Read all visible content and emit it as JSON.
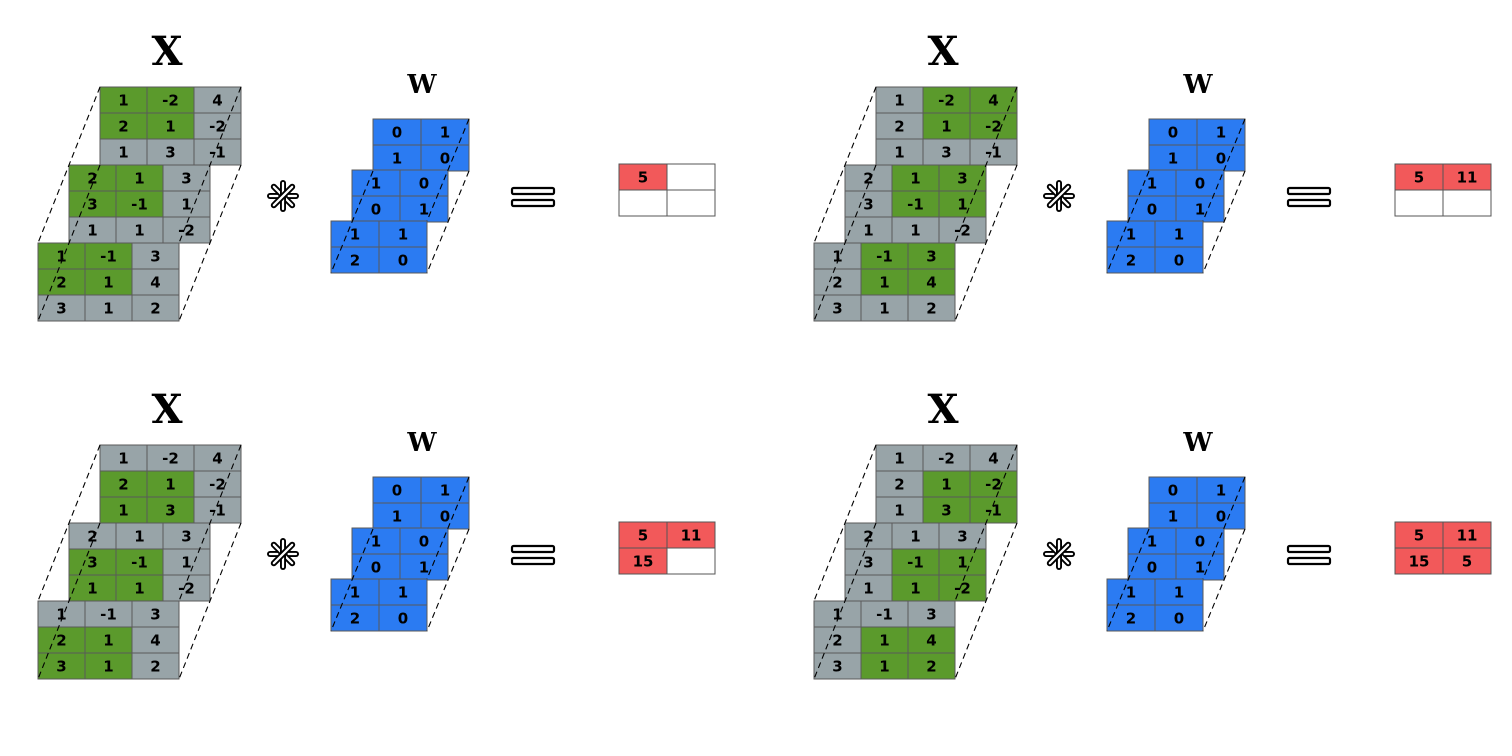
{
  "colors": {
    "highlight": "#5b9a2c",
    "input_cell": "#98a4a8",
    "filter_cell": "#2b7bf2",
    "output_filled": "#f2595a",
    "output_empty": "#ffffff"
  },
  "x_label": "X",
  "w_label": "W",
  "conv_symbol": "*",
  "equals_symbol": "=",
  "input_tensor": {
    "layers": [
      [
        [
          "1",
          "-2",
          "4"
        ],
        [
          "2",
          "1",
          "-2"
        ],
        [
          "1",
          "3",
          "-1"
        ]
      ],
      [
        [
          "2",
          "1",
          "3"
        ],
        [
          "3",
          "-1",
          "1"
        ],
        [
          "1",
          "1",
          "-2"
        ]
      ],
      [
        [
          "1",
          "-1",
          "3"
        ],
        [
          "2",
          "1",
          "4"
        ],
        [
          "3",
          "1",
          "2"
        ]
      ]
    ]
  },
  "filter_tensor": {
    "layers": [
      [
        [
          "0",
          "1"
        ],
        [
          "1",
          "0"
        ]
      ],
      [
        [
          "1",
          "0"
        ],
        [
          "0",
          "1"
        ]
      ],
      [
        [
          "1",
          "1"
        ],
        [
          "2",
          "0"
        ]
      ]
    ]
  },
  "steps": [
    {
      "window": [
        0,
        0
      ],
      "output": [
        "5",
        "",
        "",
        ""
      ]
    },
    {
      "window": [
        0,
        1
      ],
      "output": [
        "5",
        "11",
        "",
        ""
      ]
    },
    {
      "window": [
        1,
        0
      ],
      "output": [
        "5",
        "11",
        "15",
        ""
      ]
    },
    {
      "window": [
        1,
        1
      ],
      "output": [
        "5",
        "11",
        "15",
        "5"
      ]
    }
  ]
}
